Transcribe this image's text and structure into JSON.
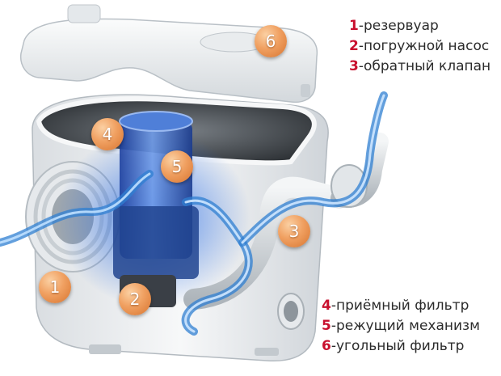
{
  "legend_top": [
    {
      "num": "1",
      "text": "-резервуар"
    },
    {
      "num": "2",
      "text": "-погружной насос"
    },
    {
      "num": "3",
      "text": "-обратный клапан"
    }
  ],
  "legend_bottom": [
    {
      "num": "4",
      "text": "-приёмный фильтр"
    },
    {
      "num": "5",
      "text": "-режущий механизм"
    },
    {
      "num": "6",
      "text": "-угольный фильтр"
    }
  ],
  "badges": [
    "1",
    "2",
    "3",
    "4",
    "5",
    "6"
  ],
  "colors": {
    "legend_number": "#c8102e",
    "legend_text": "#2b2b2b",
    "badge_orange": "#e8894a",
    "water_blue": "#2f7fd1",
    "body_white": "#f2f4f6"
  },
  "icons": [
    "water-stream",
    "pump-cylinder",
    "drain-pipe",
    "lid-cover"
  ]
}
